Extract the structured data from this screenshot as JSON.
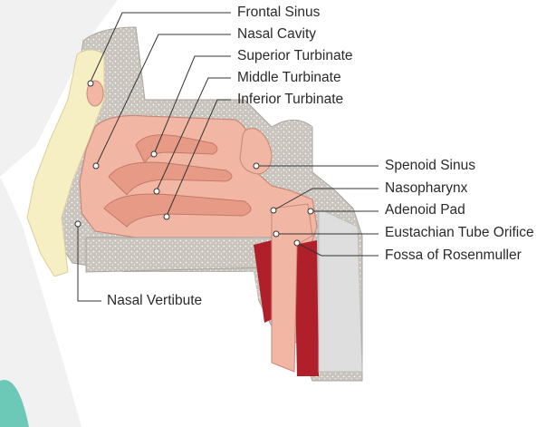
{
  "labels": {
    "frontal_sinus": "Frontal Sinus",
    "nasal_cavity": "Nasal Cavity",
    "superior_turbinate": "Superior Turbinate",
    "middle_turbinate": "Middle Turbinate",
    "inferior_turbinate": "Inferior Turbinate",
    "spenoid_sinus": "Spenoid Sinus",
    "nasopharynx": "Nasopharynx",
    "adenoid_pad": "Adenoid Pad",
    "eustachian_tube_orifice": "Eustachian Tube Orifice",
    "fossa_of_rosenmuller": "Fossa of Rosenmuller",
    "nasal_vestibule": "Nasal Vertibute"
  },
  "colors": {
    "background_panel": "#f1f1f1",
    "skin": "#ffffff",
    "bone": "#c9c5be",
    "fat": "#f6efc3",
    "mucosa": "#f2b7a4",
    "mucosa_dark": "#e79a86",
    "muscle": "#b0202b",
    "leader_line": "#333333",
    "teal_accent": "#6cc9b7"
  }
}
